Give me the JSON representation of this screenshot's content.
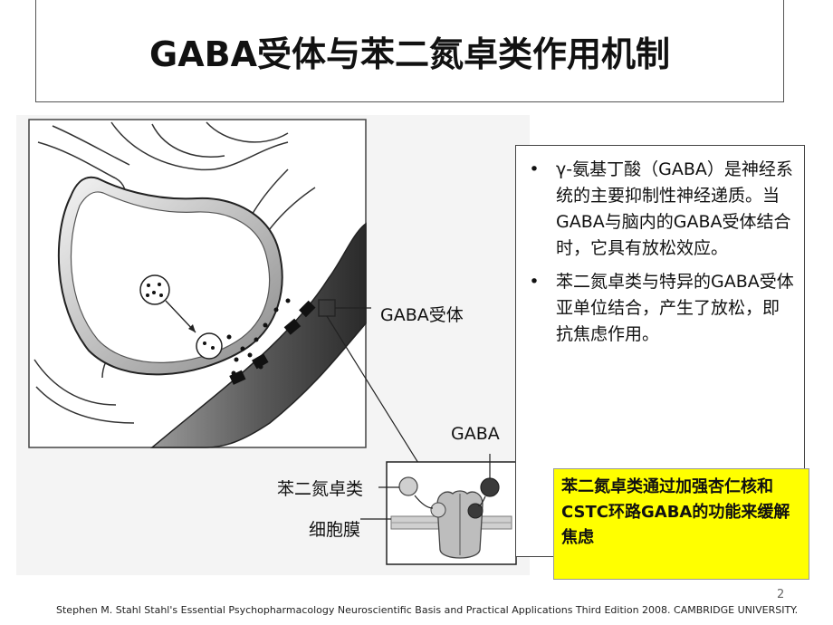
{
  "slide": {
    "title": "GABA受体与苯二氮卓类作用机制",
    "page_number": "2"
  },
  "figure": {
    "label_receptor": "GABA受体",
    "label_gaba": "GABA",
    "label_benzo": "苯二氮卓类",
    "label_membrane": "细胞膜"
  },
  "bullets": [
    "γ-氨基丁酸（GABA）是神经系统的主要抑制性神经递质。当GABA与脑内的GABA受体结合时，它具有放松效应。",
    "苯二氮卓类与特异的GABA受体亚单位结合，产生了放松，即抗焦虑作用。"
  ],
  "highlight": "苯二氮卓类通过加强杏仁核和CSTC环路GABA的功能来缓解焦虑",
  "footer": "Stephen M. Stahl Stahl's Essential Psychopharmacology Neuroscientific Basis and Practical Applications Third Edition 2008. CAMBRIDGE UNIVERSITY."
}
